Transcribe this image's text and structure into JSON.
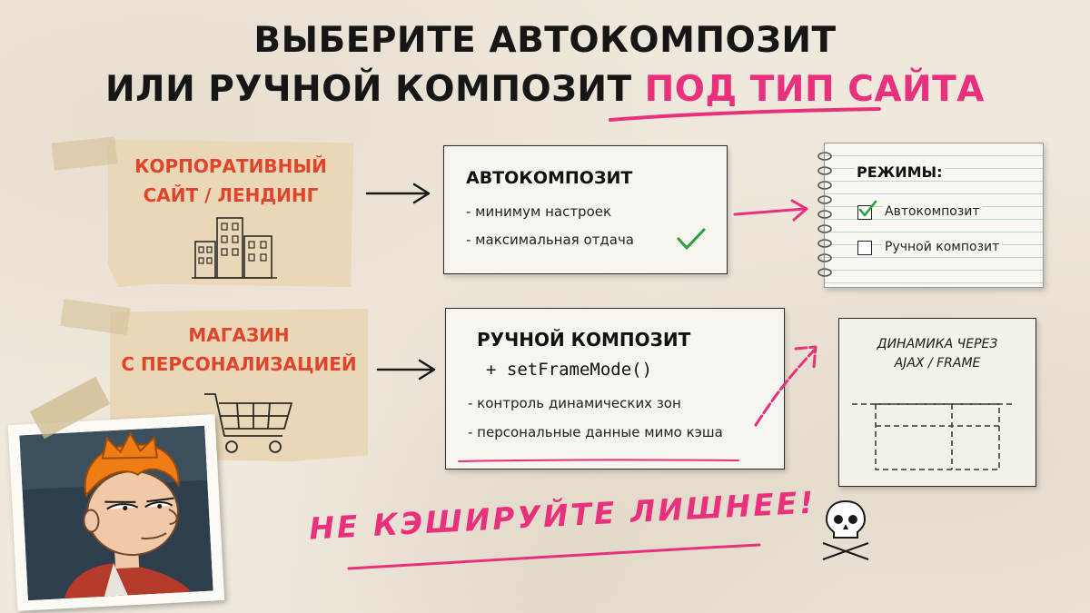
{
  "title": {
    "line1": "ВЫБЕРИТЕ АВТОКОМПОЗИТ",
    "line2_prefix": "ИЛИ РУЧНОЙ КОМПОЗИТ ",
    "line2_accent": "ПОД ТИП САЙТА"
  },
  "rows": [
    {
      "site_label_line1": "КОРПОРАТИВНЫЙ",
      "site_label_line2": "САЙТ / ЛЕНДИНГ",
      "site_icon": "buildings-icon",
      "composite_title": "АВТОКОМПОЗИТ",
      "bullets": [
        "- минимум настроек",
        "- максимальная отдача"
      ]
    },
    {
      "site_label_line1": "МАГАЗИН",
      "site_label_line2": "С ПЕРСОНАЛИЗАЦИЕЙ",
      "site_icon": "shopping-cart-icon",
      "composite_title": "РУЧНОЙ КОМПОЗИТ",
      "composite_code": "+ setFrameMode()",
      "bullets": [
        "- контроль динамических зон",
        "- персональные данные мимо кэша"
      ]
    }
  ],
  "modes": {
    "title": "РЕЖИМЫ:",
    "options": [
      {
        "label": "Автокомпозит",
        "checked": true
      },
      {
        "label": "Ручной композит",
        "checked": false
      }
    ]
  },
  "dynamic": {
    "line1": "ДИНАМИКА ЧЕРЕЗ",
    "line2": "AJAX / FRAME"
  },
  "slogan": "НЕ КЭШИРУЙТЕ ЛИШНЕЕ!",
  "colors": {
    "accent_pink": "#e8307c",
    "label_orange": "#e0452c",
    "check_green": "#2e9e3a",
    "tan_card": "#e9d7b8",
    "background": "#efe9dd"
  },
  "icons": [
    "buildings-icon",
    "shopping-cart-icon",
    "check-icon",
    "arrow-right-icon",
    "skull-crossbones-icon",
    "character-portrait"
  ]
}
